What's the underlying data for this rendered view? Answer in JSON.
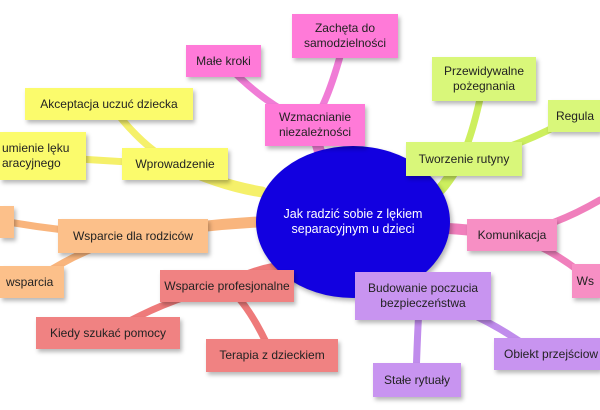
{
  "colors": {
    "center": "#1200e0",
    "pink": "#ff7ad8",
    "pink_link": "#f07cd6",
    "green": "#d9f77a",
    "green_link": "#cdef5e",
    "yellow": "#fbfb6c",
    "yellow_link": "#f5f06a",
    "orange": "#fcc08a",
    "orange_link": "#f9b57d",
    "red": "#f08282",
    "red_link": "#ee7a7a",
    "violet": "#c894f0",
    "violet_link": "#c08cec",
    "magenta": "#f78fc4",
    "magenta_link": "#f07fbc"
  },
  "center": {
    "label": "Jak radzić sobie z lękiem separacyjnym u dzieci"
  },
  "branches": {
    "wzmacnianie": {
      "label": "Wzmacnianie niezależności",
      "children": [
        "Małe kroki",
        "Zachęta do samodzielności"
      ]
    },
    "rutyna": {
      "label": "Tworzenie rutyny",
      "children": [
        "Przewidywalne pożegnania",
        "Regula"
      ]
    },
    "komunikacja": {
      "label": "Komunikacja",
      "children": [
        "Ws"
      ]
    },
    "bezpieczenstwo": {
      "label": "Budowanie poczucia bezpieczeństwa",
      "children": [
        "Obiekt przejściow",
        "Stałe rytuały"
      ]
    },
    "profesjonalne": {
      "label": "Wsparcie profesjonalne",
      "children": [
        "Kiedy szukać pomocy",
        "Terapia z dzieckiem"
      ]
    },
    "rodzicow": {
      "label": "Wsparcie dla rodziców",
      "children": [
        "wsparcia"
      ]
    },
    "wprowadzenie": {
      "label": "Wprowadzenie",
      "children": [
        "Akceptacja uczuć dziecka",
        "umienie lęku aracyjnego"
      ]
    }
  }
}
